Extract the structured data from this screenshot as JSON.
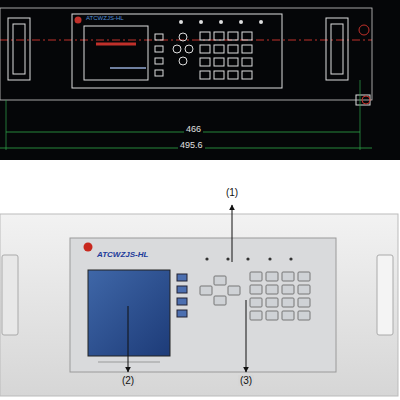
{
  "diagram": {
    "labels": [
      "ATCWZJS-HL",
      "466",
      "495.6",
      "(1)",
      "ATCWZJS-HL",
      "(2)",
      "(3)"
    ]
  }
}
